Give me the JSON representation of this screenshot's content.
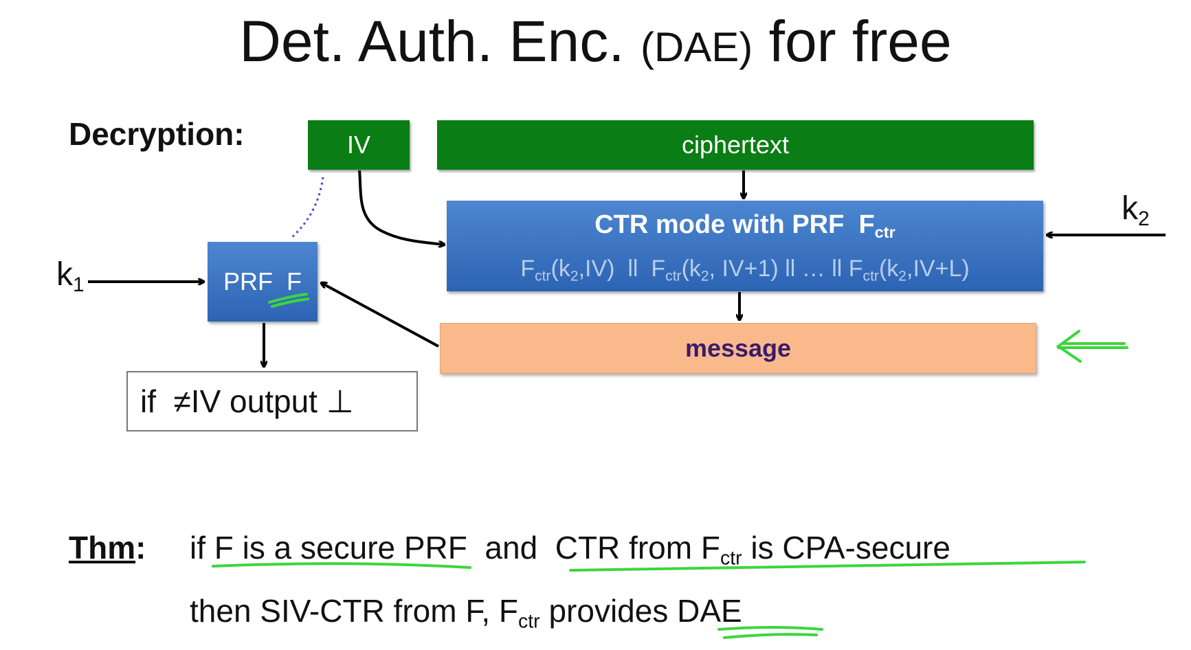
{
  "title": {
    "main": "Det. Auth. Enc.",
    "abbr": "(DAE)",
    "rest": "for free"
  },
  "decryption_label": "Decryption:",
  "iv_label": "IV",
  "ciphertext_label": "ciphertext",
  "ctr": {
    "title": "CTR mode with PRF",
    "f_base": "F",
    "f_sub": "ctr",
    "formula": {
      "p1a": "F",
      "p1s": "ctr",
      "p1b": "(k",
      "p1k": "2",
      "p1c": ",IV)  ll  ",
      "p2a": "F",
      "p2s": "ctr",
      "p2b": "(k",
      "p2k": "2",
      "p2c": ", IV+1) ll … ll ",
      "p3a": "F",
      "p3s": "ctr",
      "p3b": "(k",
      "p3k": "2",
      "p3c": ",IV+L)"
    }
  },
  "prf_label": "PRF  F",
  "message_label": "message",
  "check_text": "if  ≠IV output ⊥",
  "k1": {
    "base": "k",
    "sub": "1"
  },
  "k2": {
    "base": "k",
    "sub": "2"
  },
  "thm": {
    "label": "Thm",
    "colon": ":",
    "line1_a": "if F is a secure PRF  and  CTR from F",
    "line1_sub": "ctr",
    "line1_b": " is CPA-secure",
    "line2_a": "then SIV-CTR from F, F",
    "line2_sub": "ctr",
    "line2_b": " provides DAE"
  },
  "colors": {
    "green_box": "#0a7d14",
    "blue_box": "#3b74c2",
    "message_box": "#f9b98b",
    "annotation": "#3cd63c",
    "dotted": "#4a3fd6"
  }
}
